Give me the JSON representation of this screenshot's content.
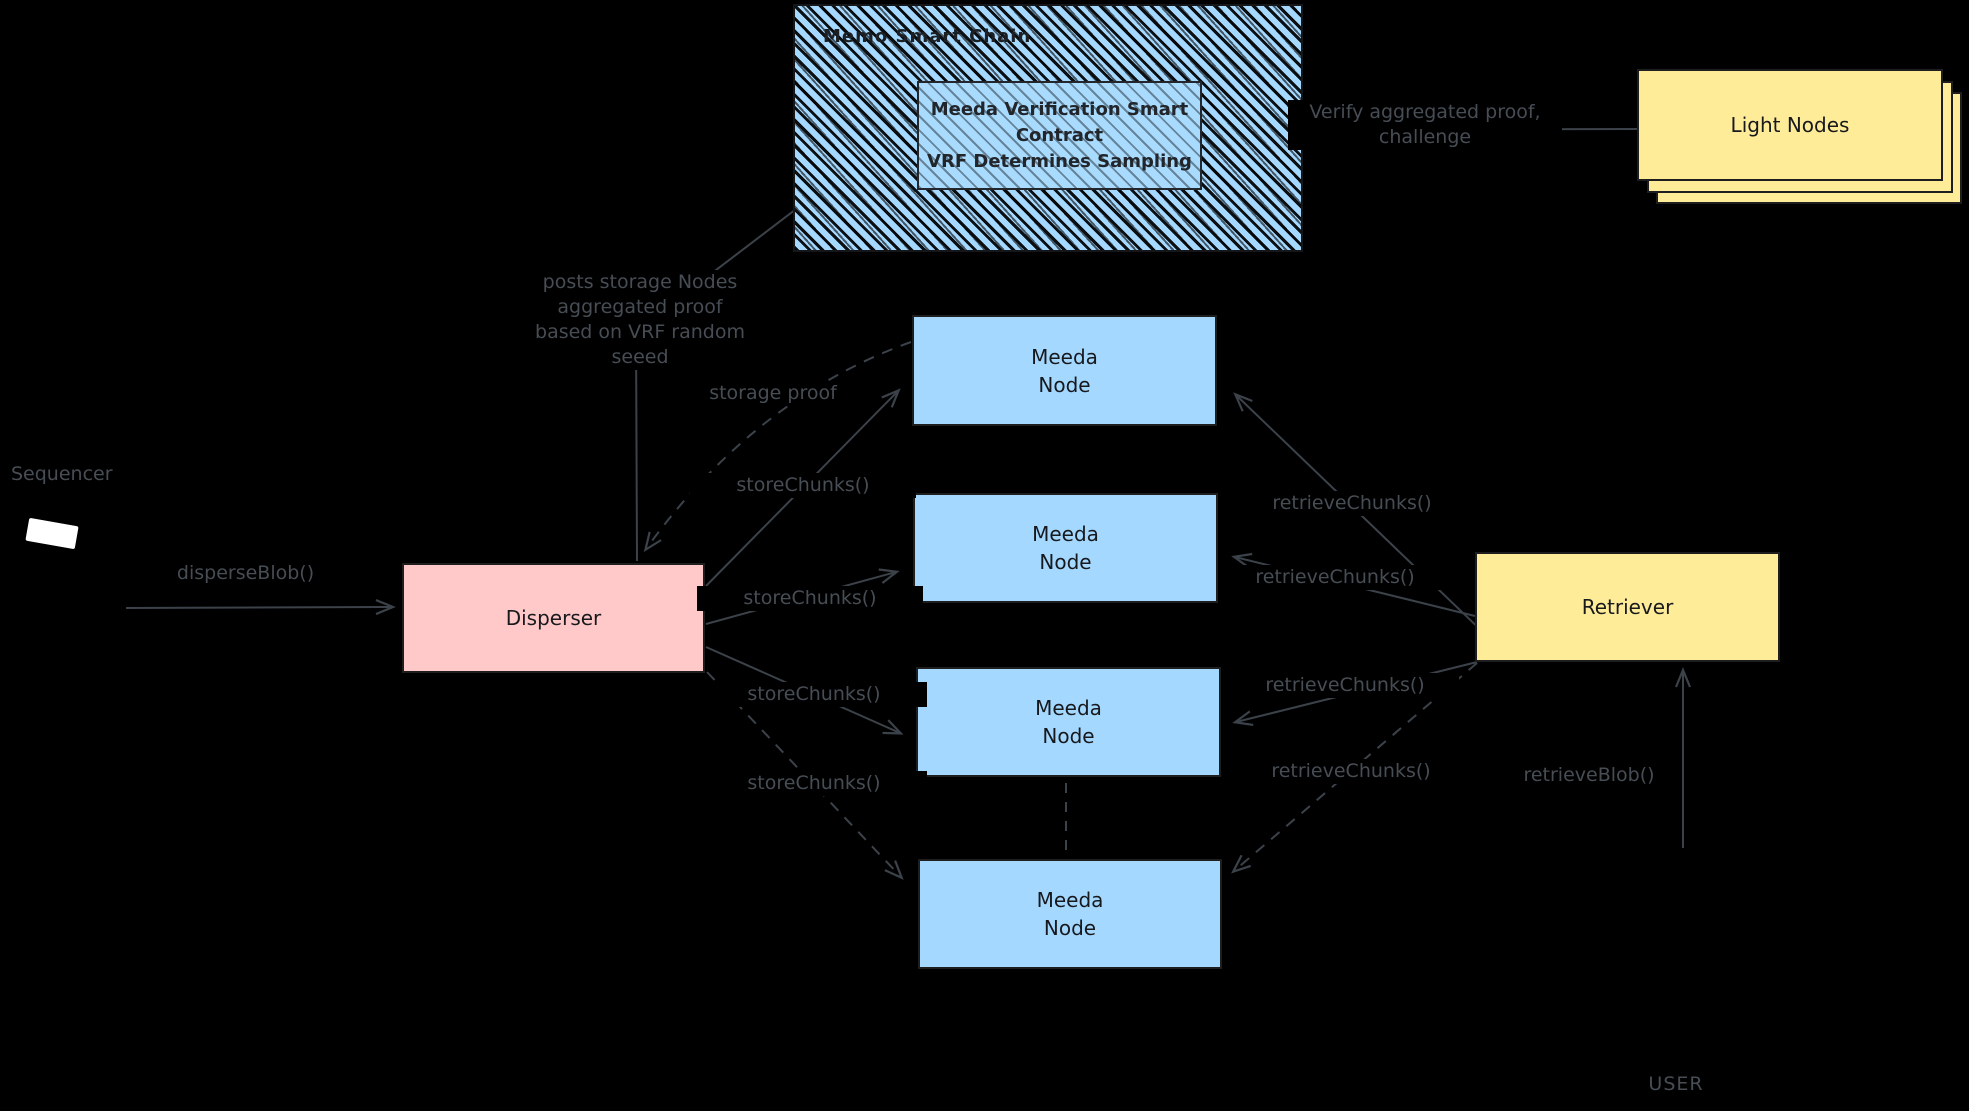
{
  "diagram": {
    "background": "#000000",
    "colors": {
      "meeda_node_fill": "#a5d8ff",
      "disperser_fill": "#ffc9c9",
      "retriever_fill": "#ffec99",
      "light_nodes_fill": "#ffec99",
      "shape_stroke": "#1e1e1e",
      "label_gray": "#474d54"
    }
  },
  "chain": {
    "title": "Memo Smart Chain",
    "contract": "Meeda Verification Smart\nContract\nVRF Determines Sampling"
  },
  "boxes": {
    "disperser": "Disperser",
    "retriever": "Retriever",
    "light_nodes": "Light Nodes",
    "meeda_node": "Meeda\nNode"
  },
  "actors": {
    "sequencer": "Sequencer",
    "user": "USER"
  },
  "calls": {
    "disperse_blob": "disperseBlob()",
    "store_chunks": "storeChunks()",
    "retrieve_chunks": "retrieveChunks()",
    "retrieve_blob": "retrieveBlob()"
  },
  "annotations": {
    "posts_proof": "posts storage Nodes\naggregated proof\nbased on VRF random\nseeed",
    "storage_proof": "storage proof",
    "verify": "Verify aggregated proof,\nchallenge"
  }
}
